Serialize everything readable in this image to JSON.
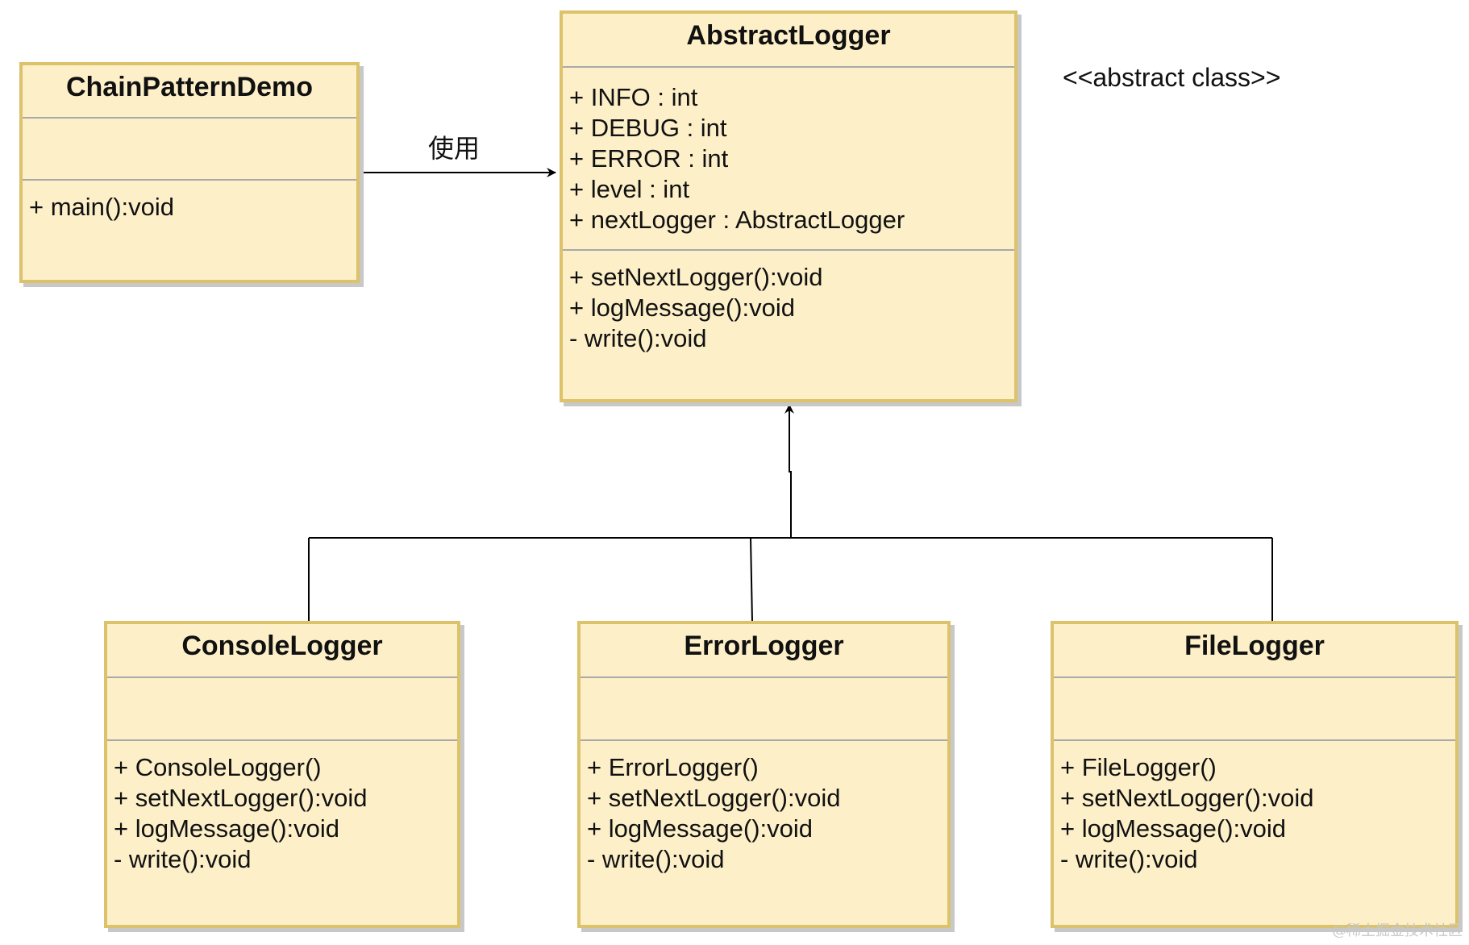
{
  "classes": {
    "chain": {
      "name": "ChainPatternDemo",
      "attributes": [],
      "operations": [
        "+ main():void"
      ]
    },
    "abstract": {
      "name": "AbstractLogger",
      "stereotype": "<<abstract class>>",
      "attributes": [
        "+ INFO : int",
        "+ DEBUG : int",
        "+ ERROR : int",
        "+ level : int",
        "+ nextLogger : AbstractLogger"
      ],
      "operations": [
        "+ setNextLogger():void",
        "+ logMessage():void",
        "- write():void"
      ]
    },
    "console": {
      "name": "ConsoleLogger",
      "attributes": [],
      "operations": [
        "+ ConsoleLogger()",
        "+ setNextLogger():void",
        "+ logMessage():void",
        "- write():void"
      ]
    },
    "error": {
      "name": "ErrorLogger",
      "attributes": [],
      "operations": [
        "+ ErrorLogger()",
        "+ setNextLogger():void",
        "+ logMessage():void",
        "- write():void"
      ]
    },
    "file": {
      "name": "FileLogger",
      "attributes": [],
      "operations": [
        "+ FileLogger()",
        "+ setNextLogger():void",
        "+ logMessage():void",
        "- write():void"
      ]
    }
  },
  "relations": {
    "uses": {
      "label": "使用",
      "from": "ChainPatternDemo",
      "to": "AbstractLogger"
    },
    "inheritance": {
      "parent": "AbstractLogger",
      "children": [
        "ConsoleLogger",
        "ErrorLogger",
        "FileLogger"
      ]
    }
  },
  "watermark": "@稀土掘金技术社区",
  "colors": {
    "fill": "#fdf0c9",
    "border": "#dcc26a",
    "divider": "#a9a9a9",
    "shadow": "#c8c8c8",
    "line": "#000000"
  }
}
